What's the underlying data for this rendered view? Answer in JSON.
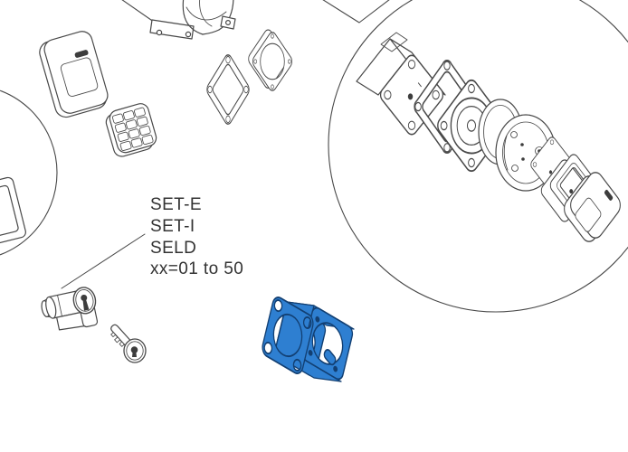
{
  "diagram": {
    "type": "exploded-parts-line-drawing",
    "callout": {
      "models": [
        "SET-E",
        "SET-I",
        "SELD"
      ],
      "variant_note": "xx=01 to 50"
    },
    "colors": {
      "background": "#ffffff",
      "line_art": "#484848",
      "highlight_fill": "#2e7fd1",
      "highlight_outline": "#123f72",
      "callout_text": "#333333"
    }
  }
}
